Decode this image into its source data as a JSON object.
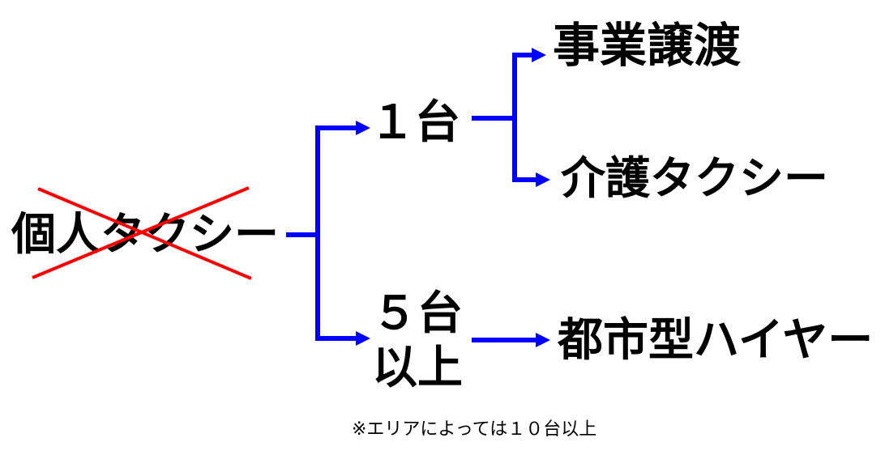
{
  "colors": {
    "connector": "#0000FF",
    "cross_out": "#FF0000",
    "text": "#000000",
    "background": "#FFFFFF"
  },
  "diagram": {
    "root": {
      "label": "個人タクシー",
      "crossed_out": true
    },
    "branches": [
      {
        "label": "１台",
        "children": [
          {
            "label": "事業譲渡"
          },
          {
            "label": "介護タクシー"
          }
        ]
      },
      {
        "label": "５台\n以上",
        "children": [
          {
            "label": "都市型ハイヤー"
          }
        ]
      }
    ],
    "footnote": "※エリアによっては１０台以上"
  }
}
